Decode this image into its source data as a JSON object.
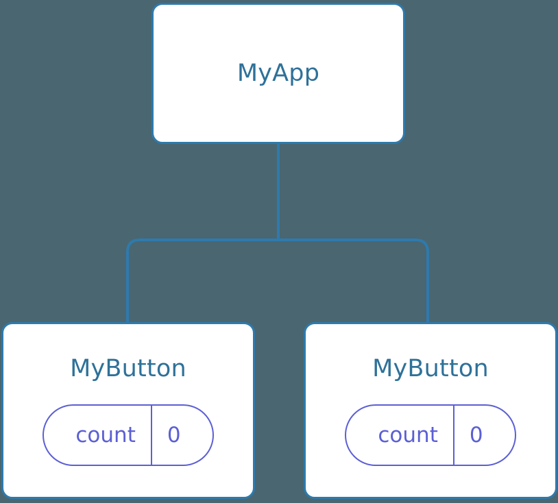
{
  "canvas": {
    "background_color": "#4a6670",
    "node_border_color": "#2e7aad",
    "node_fill_color": "#ffffff",
    "node_title_color": "#2e7199",
    "connector_color": "#2e7aad",
    "prop_accent_color": "#5b5fd4"
  },
  "tree": {
    "root": {
      "title": "MyApp"
    },
    "children": [
      {
        "title": "MyButton",
        "prop": {
          "key": "count",
          "value": "0"
        }
      },
      {
        "title": "MyButton",
        "prop": {
          "key": "count",
          "value": "0"
        }
      }
    ]
  }
}
